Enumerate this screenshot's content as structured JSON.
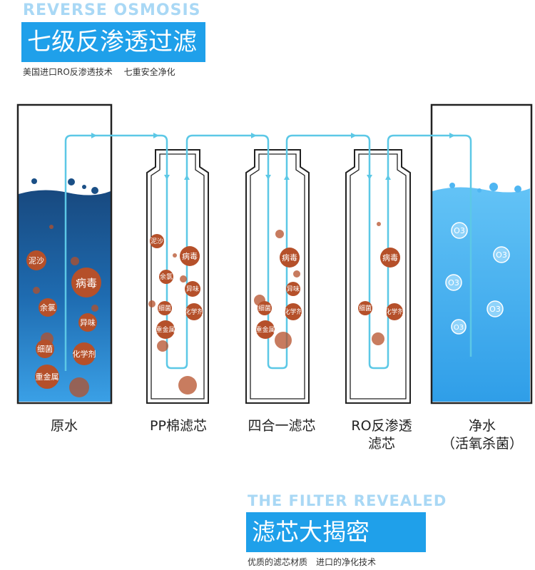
{
  "top": {
    "eng_title": "REVERSE OSMOSIS",
    "cn_title": "七级反渗透过滤",
    "subtitle": "美国进口RO反渗透技术　 七重安全净化"
  },
  "stages": [
    {
      "label": "原水"
    },
    {
      "label": "PP棉滤芯"
    },
    {
      "label": "四合一滤芯"
    },
    {
      "label": "RO反渗透\n滤芯"
    },
    {
      "label": "净水\n（活氧杀菌）"
    }
  ],
  "raw_water_contaminants": [
    "泥沙",
    "病毒",
    "余氯",
    "异味",
    "细菌",
    "化学剂",
    "重金属"
  ],
  "pp_filter_contaminants": [
    "泥沙",
    "病毒",
    "余氯",
    "异味",
    "细菌",
    "化学剂",
    "重金属"
  ],
  "four_in_one_contaminants": [
    "病毒",
    "异味",
    "细菌",
    "化学剂",
    "重金属"
  ],
  "ro_contaminants": [
    "病毒",
    "细菌",
    "化学剂"
  ],
  "clean_water_bubble_label": "O3",
  "bottom": {
    "eng_title": "THE FILTER REVEALED",
    "cn_title": "滤芯大揭密",
    "subtitle": "优质的滤芯材质　进口的净化技术"
  },
  "colors": {
    "accent_blue": "#1fa0ea",
    "light_blue_text": "#a9d8f5",
    "flow_line": "#5cc8e6",
    "contaminant": "#b5502a",
    "raw_water_top": "#1a4f86",
    "raw_water_bottom": "#2f95dc",
    "clean_water": "#4fb6f2"
  }
}
